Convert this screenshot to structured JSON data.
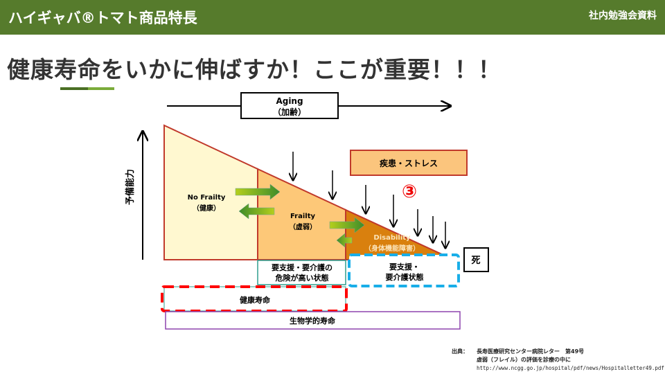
{
  "header": {
    "title": "ハイギャバ®トマト商品特長",
    "right_label": "社内勉強会資料"
  },
  "heading": "健康寿命をいかに伸ばすか！ここが重要！！！",
  "figure": {
    "aging_line1": "Aging",
    "aging_line2": "（加齢）",
    "y_axis": "予備能力",
    "no_frailty": "No Frailty",
    "no_frailty_jp": "（健康）",
    "frailty": "Frailty",
    "frailty_jp": "（虚弱）",
    "disability": "Disability",
    "disability_jp": "（身体機能障害）",
    "disease_stress": "疾患・ストレス",
    "marker": "③",
    "death": "死",
    "risk_line1": "要支援・要介護の",
    "risk_line2": "危険が高い状態",
    "care_line1": "要支援・",
    "care_line2": "要介護状態",
    "healthy_life": "健康寿命",
    "bio_life": "生物学的寿命",
    "colors": {
      "no_frailty": "#fff8d0",
      "frailty": "#fdc878",
      "disability": "#d9800e",
      "border": "#c0392b",
      "red_dash": "#ff0000",
      "blue_dash": "#19aee8",
      "arrow": "#5f9e1e"
    }
  },
  "source": {
    "label": "出典：",
    "line1": "長寿医療研究センター病院レター　第49号",
    "line2": "虚弱（フレイル）の評価を診療の中に",
    "line3": "http://www.ncgg.go.jp/hospital/pdf/news/Hospitalletter49.pdf"
  }
}
